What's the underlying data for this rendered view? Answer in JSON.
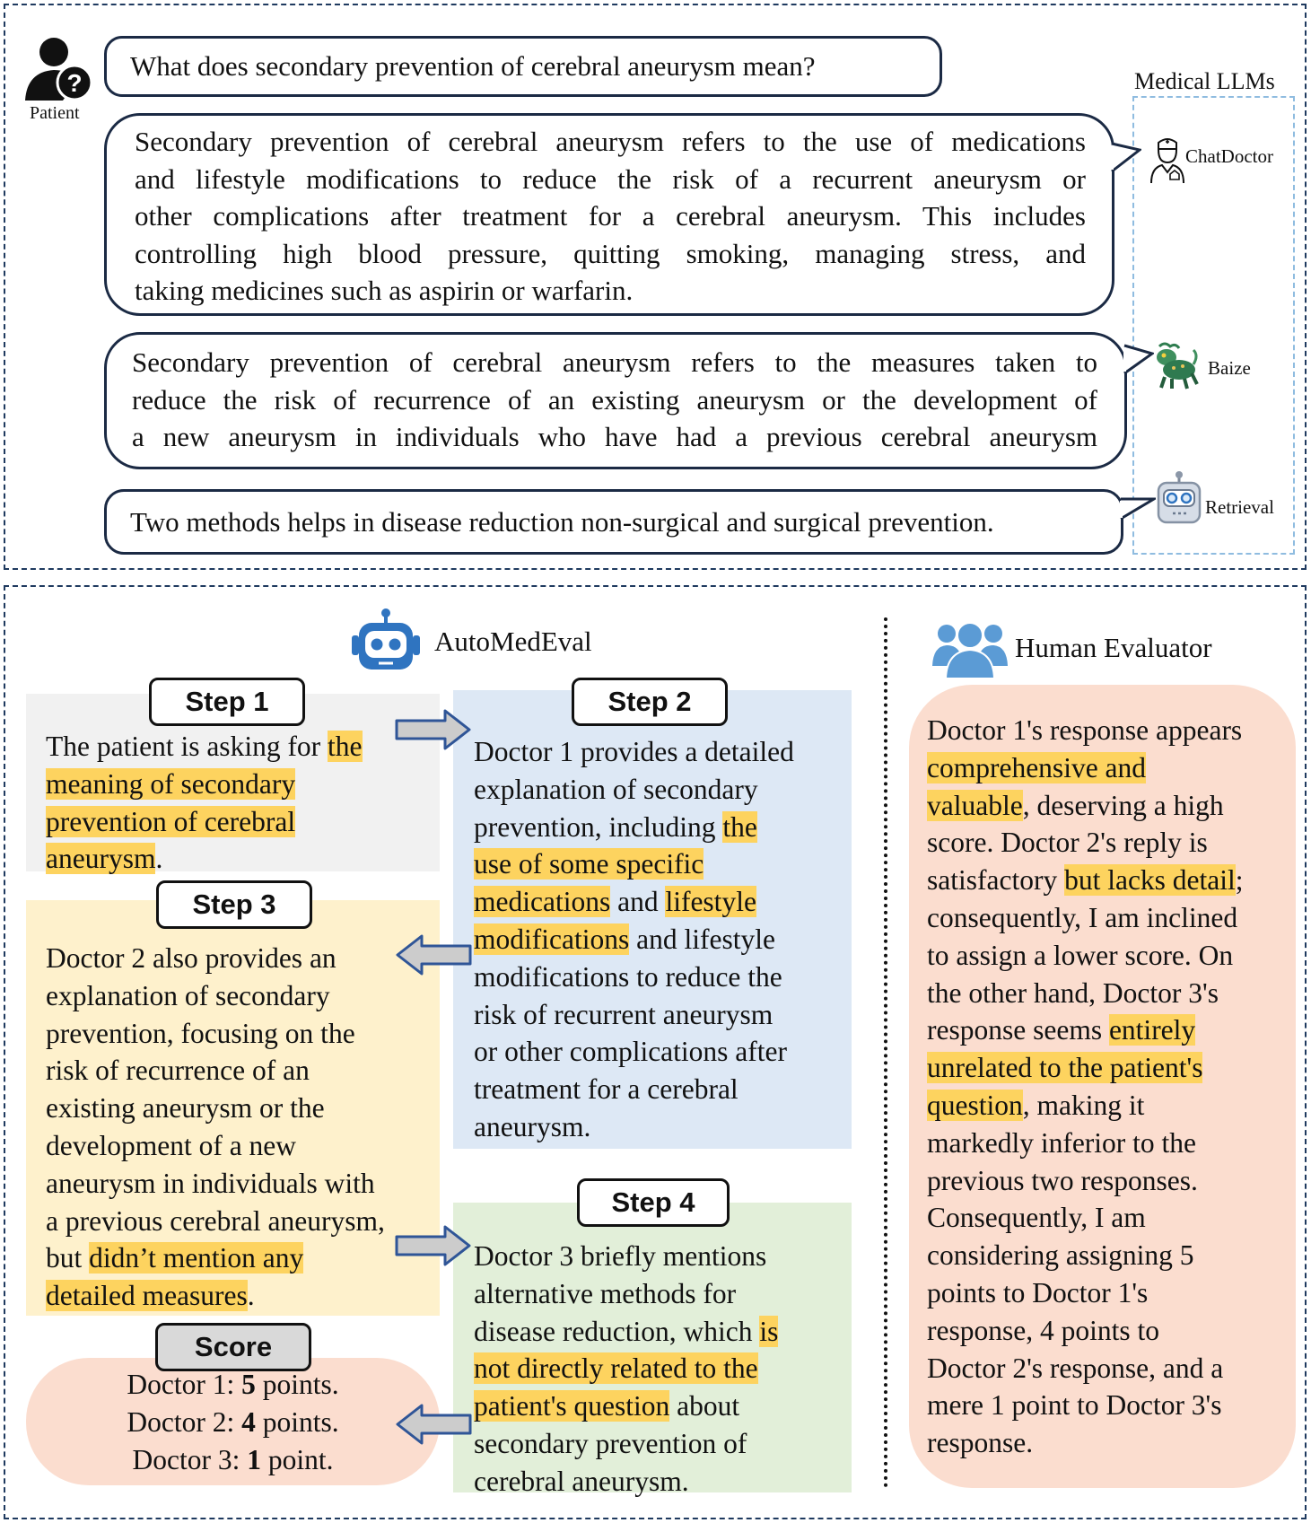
{
  "top": {
    "patient_label": "Patient",
    "question": "What does secondary prevention of cerebral aneurysm mean?",
    "llm_group_label": "Medical LLMs",
    "llms": [
      {
        "name": "ChatDoctor",
        "icon": "doctor-icon"
      },
      {
        "name": "Baize",
        "icon": "baize-creature-icon"
      },
      {
        "name": "Retrieval",
        "icon": "robot-icon"
      }
    ],
    "answers": [
      {
        "lines": [
          "Secondary prevention of cerebral aneurysm refers to the use of medications",
          "and lifestyle modifications to reduce the risk of a recurrent aneurysm or",
          "other complications after treatment for a cerebral aneurysm. This includes",
          "controlling high blood pressure, quitting smoking, managing stress, and",
          "taking medicines such as aspirin or warfarin."
        ]
      },
      {
        "lines": [
          "Secondary prevention of cerebral aneurysm refers to the measures taken to",
          "reduce the risk of recurrence of an existing aneurysm or the development of",
          "a new aneurysm in individuals who have had a previous cerebral aneurysm"
        ]
      },
      {
        "lines": [
          "Two methods helps in disease reduction non-surgical and surgical prevention."
        ]
      }
    ]
  },
  "bottom": {
    "automedeval_label": "AutoMedEval",
    "human_label": "Human Evaluator",
    "steps": {
      "step1": {
        "label": "Step 1",
        "lines": [
          [
            {
              "t": "The patient is asking for "
            },
            {
              "t": "the",
              "h": true
            }
          ],
          [
            {
              "t": "meaning of secondary",
              "h": true
            }
          ],
          [
            {
              "t": "prevention of cerebral",
              "h": true
            }
          ],
          [
            {
              "t": "aneurysm",
              "h": true
            },
            {
              "t": "."
            }
          ]
        ]
      },
      "step2": {
        "label": "Step 2",
        "lines": [
          [
            {
              "t": "Doctor 1 provides a detailed"
            }
          ],
          [
            {
              "t": "explanation of secondary"
            }
          ],
          [
            {
              "t": "prevention, including "
            },
            {
              "t": "the",
              "h": true
            }
          ],
          [
            {
              "t": "use of some specific",
              "h": true
            }
          ],
          [
            {
              "t": "medications",
              "h": true
            },
            {
              "t": " and "
            },
            {
              "t": "lifestyle",
              "h": true
            }
          ],
          [
            {
              "t": "modifications",
              "h": true
            },
            {
              "t": " and lifestyle"
            }
          ],
          [
            {
              "t": "modifications to reduce the"
            }
          ],
          [
            {
              "t": "risk of recurrent aneurysm"
            }
          ],
          [
            {
              "t": "or other complications after"
            }
          ],
          [
            {
              "t": "treatment for a cerebral"
            }
          ],
          [
            {
              "t": "aneurysm."
            }
          ]
        ]
      },
      "step3": {
        "label": "Step 3",
        "lines": [
          [
            {
              "t": "Doctor 2 also provides an"
            }
          ],
          [
            {
              "t": "explanation of secondary"
            }
          ],
          [
            {
              "t": "prevention, focusing on the"
            }
          ],
          [
            {
              "t": "risk of recurrence of an"
            }
          ],
          [
            {
              "t": "existing aneurysm or the"
            }
          ],
          [
            {
              "t": "development of a new"
            }
          ],
          [
            {
              "t": "aneurysm in individuals with"
            }
          ],
          [
            {
              "t": "a previous cerebral aneurysm,"
            }
          ],
          [
            {
              "t": "but "
            },
            {
              "t": "didn’t mention any",
              "h": true
            }
          ],
          [
            {
              "t": "detailed measures",
              "h": true
            },
            {
              "t": "."
            }
          ]
        ]
      },
      "step4": {
        "label": "Step 4",
        "lines": [
          [
            {
              "t": "Doctor 3 briefly mentions"
            }
          ],
          [
            {
              "t": "alternative methods for"
            }
          ],
          [
            {
              "t": "disease reduction, which "
            },
            {
              "t": "is",
              "h": true
            }
          ],
          [
            {
              "t": "not directly related to the",
              "h": true
            }
          ],
          [
            {
              "t": "patient's question",
              "h": true
            },
            {
              "t": " about"
            }
          ],
          [
            {
              "t": "secondary prevention of"
            }
          ],
          [
            {
              "t": "cerebral aneurysm."
            }
          ]
        ]
      },
      "score": {
        "label": "Score",
        "lines": [
          [
            {
              "t": "Doctor 1: "
            },
            {
              "t": "5",
              "b": true
            },
            {
              "t": " points."
            }
          ],
          [
            {
              "t": "Doctor 2: "
            },
            {
              "t": "4",
              "b": true
            },
            {
              "t": " points."
            }
          ],
          [
            {
              "t": "Doctor 3: "
            },
            {
              "t": "1",
              "b": true
            },
            {
              "t": " point."
            }
          ]
        ]
      },
      "human": {
        "lines": [
          [
            {
              "t": "Doctor 1's response appears"
            }
          ],
          [
            {
              "t": "comprehensive and ",
              "h": true
            }
          ],
          [
            {
              "t": "valuable",
              "h": true
            },
            {
              "t": ", deserving a high"
            }
          ],
          [
            {
              "t": "score. Doctor 2's reply is"
            }
          ],
          [
            {
              "t": "satisfactory "
            },
            {
              "t": "but lacks detail",
              "h": true
            },
            {
              "t": ";"
            }
          ],
          [
            {
              "t": "consequently, I am inclined"
            }
          ],
          [
            {
              "t": "to assign a lower score. On"
            }
          ],
          [
            {
              "t": "the other hand, Doctor 3's"
            }
          ],
          [
            {
              "t": "response seems "
            },
            {
              "t": "entirely ",
              "h": true
            }
          ],
          [
            {
              "t": "unrelated to the patient's ",
              "h": true
            }
          ],
          [
            {
              "t": "question",
              "h": true
            },
            {
              "t": ", making it"
            }
          ],
          [
            {
              "t": "markedly inferior to the"
            }
          ],
          [
            {
              "t": "previous two responses."
            }
          ],
          [
            {
              "t": "Consequently, I am"
            }
          ],
          [
            {
              "t": "considering assigning 5"
            }
          ],
          [
            {
              "t": "points to Doctor 1's"
            }
          ],
          [
            {
              "t": "response, 4 points to"
            }
          ],
          [
            {
              "t": "Doctor 2's response, and a"
            }
          ],
          [
            {
              "t": "mere 1 point to Doctor 3's"
            }
          ],
          [
            {
              "t": "response."
            }
          ]
        ]
      }
    },
    "colors": {
      "highlight": "#fdd35f",
      "step1_bg": "#f1f1f1",
      "step2_bg": "#dde8f5",
      "step3_bg": "#fef1cc",
      "step4_bg": "#e2efd9",
      "score_bg": "#fbddcf",
      "human_bg": "#fbddcf",
      "accent_blue": "#2f74c0"
    }
  }
}
